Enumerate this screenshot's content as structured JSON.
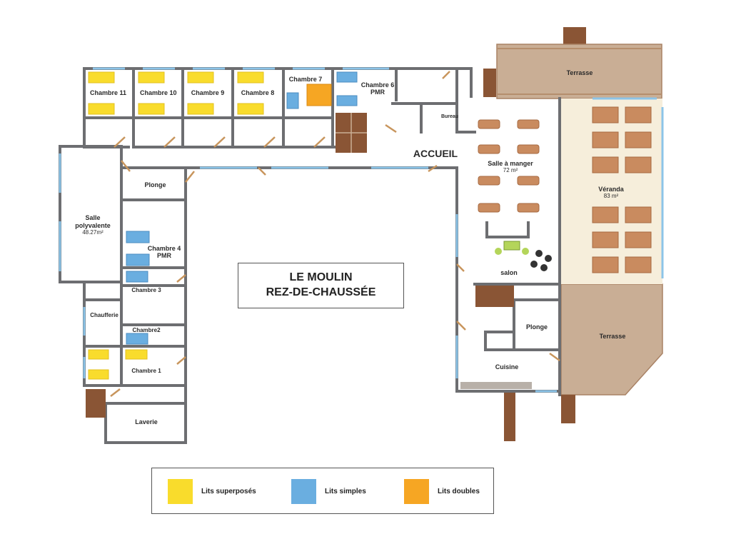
{
  "title": {
    "line1": "LE MOULIN",
    "line2": "REZ-DE-CHAUSSÉE"
  },
  "rooms": {
    "chambre11": "Chambre 11",
    "chambre10": "Chambre 10",
    "chambre9": "Chambre 9",
    "chambre8": "Chambre 8",
    "chambre7": "Chambre 7",
    "chambre6": "Chambre 6",
    "chambre6_sub": "PMR",
    "bureau": "Bureau",
    "accueil": "ACCUEIL",
    "plonge_left": "Plonge",
    "salle_polyvalente": "Salle\npolyvalente",
    "salle_polyvalente_area": "48.27m²",
    "chambre4": "Chambre 4",
    "chambre4_sub": "PMR",
    "chambre3": "Chambre 3",
    "chambre2": "Chambre2",
    "chambre1": "Chambre 1",
    "chaufferie": "Chaufferie",
    "laverie": "Laverie",
    "salle_a_manger": "Salle à manger",
    "salle_a_manger_area": "72 m²",
    "salon": "salon",
    "plonge_right": "Plonge",
    "cuisine": "Cuisine",
    "veranda": "Véranda",
    "veranda_area": "83 m²",
    "terrasse_top": "Terrasse",
    "terrasse_bottom": "Terrasse"
  },
  "legend": [
    {
      "label": "Lits superposés",
      "color": "#f9dc2c"
    },
    {
      "label": "Lits simples",
      "color": "#6aaee0"
    },
    {
      "label": "Lits doubles",
      "color": "#f6a623"
    }
  ],
  "colors": {
    "wall": "#6d6e71",
    "window": "#8cc4e8",
    "door": "#c8955c",
    "terrace_deck": "#c8ad94",
    "veranda_floor": "#f7efdc",
    "table": "#c98b5f"
  }
}
